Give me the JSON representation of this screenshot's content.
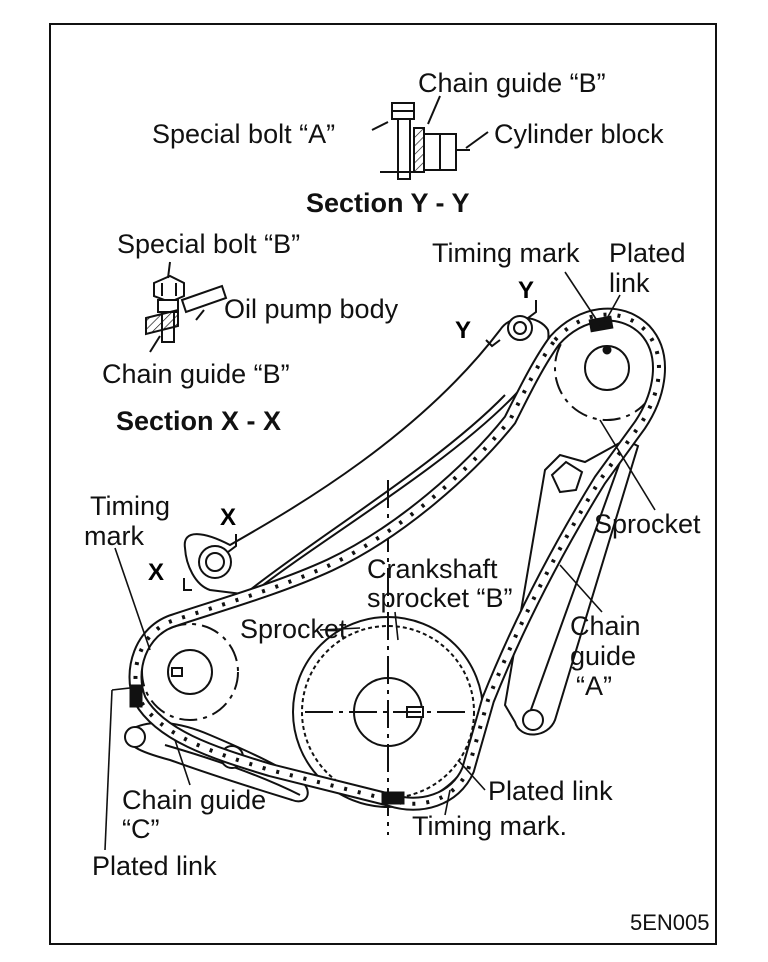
{
  "labels": {
    "chain_guide_b_top": "Chain guide “B”",
    "special_bolt_a": "Special bolt “A”",
    "cylinder_block": "Cylinder block",
    "section_yy": "Section Y - Y",
    "special_bolt_b": "Special bolt “B”",
    "oil_pump_body": "Oil pump body",
    "chain_guide_b_mid": "Chain guide “B”",
    "section_xx": "Section X - X",
    "timing_mark_top": "Timing mark",
    "plated_link_top_1": "Plated",
    "plated_link_top_2": "link",
    "y_upper": "Y",
    "y_left": "Y",
    "timing_mark_left_1": "Timing",
    "timing_mark_left_2": "mark",
    "x_upper": "X",
    "x_left": "X",
    "sprocket_right": "Sprocket",
    "crankshaft_1": "Crankshaft",
    "crankshaft_2": "sprocket “B”",
    "sprocket_left": "Sprocket",
    "chain_guide_a_1": "Chain",
    "chain_guide_a_2": "guide",
    "chain_guide_a_3": "“A”",
    "plated_link_right": "Plated link",
    "timing_mark_bottom": "Timing mark.",
    "chain_guide_c_1": "Chain guide",
    "chain_guide_c_2": "“C”",
    "plated_link_bottom": "Plated link",
    "figure_code": "5EN005"
  }
}
